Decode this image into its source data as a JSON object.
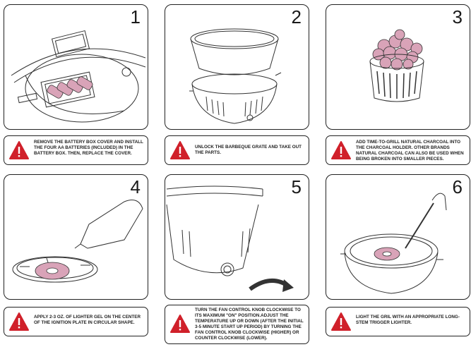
{
  "steps": [
    {
      "number": "1",
      "text": "REMOVE THE BATTERY BOX COVER AND INSTALL THE FOUR AA BATTERIES (INCLUDED) IN THE BATTERY BOX. THEN, REPLACE THE COVER."
    },
    {
      "number": "2",
      "text": "UNLOCK THE BARBEQUE GRATE AND TAKE OUT THE PARTS."
    },
    {
      "number": "3",
      "text": "ADD TIME-TO-GRILL NATURAL CHARCOAL INTO THE CHARCOAL HOLDER. OTHER BRANDS NATURAL CHARCOAL CAN ALSO BE USED WHEN BEING BROKEN INTO SMALLER PIECES."
    },
    {
      "number": "4",
      "text": "APPLY 2-3 OZ. OF LIGHTER GEL ON THE CENTER OF THE IGNITION PLATE IN CIRCULAR SHAPE."
    },
    {
      "number": "5",
      "text": "TURN THE FAN CONTROL KNOB CLOCKWISE TO ITS MAXIMUM \"ON\" POSITION.ADJUST THE TEMPERATURE UP OR DOWN (AFTER THE INITIAL 3-5 MINUTE START UP PERIOD) BY TURNING THE FAN CONTROL KNOB CLOCKWISE (HIGHER) OR COUNTER CLOCKWISE (LOWER)."
    },
    {
      "number": "6",
      "text": "LIGHT THE GRIL WITH AN APPROPRIATE LONG-STEM TRIGGER LIGHTER."
    }
  ],
  "colors": {
    "warning": "#d0202a",
    "charcoal": "#d9a3b8",
    "outline": "#333333"
  }
}
